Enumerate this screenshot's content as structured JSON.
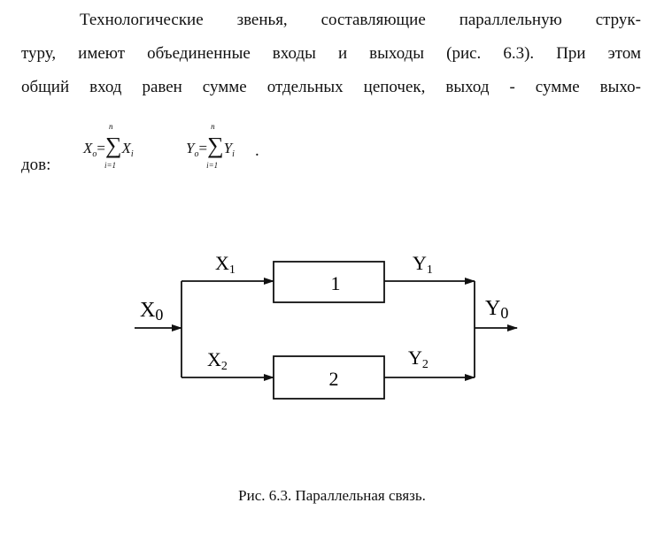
{
  "paragraph": {
    "line1": "Технологические звенья, составляющие параллельную струк-",
    "line2": "туру, имеют объединенные входы и выходы (рис. 6.3). При этом",
    "line3": "общий вход равен сумме отдельных цепочек, выход - сумме выхо-",
    "line4_prefix": "дов:",
    "line4_suffix": "."
  },
  "formulas": {
    "x": {
      "lhs": "X",
      "lhs_sub": "o",
      "eq": "=",
      "sum_upper": "n",
      "sum_lower": "i=1",
      "term": "X",
      "term_sub": "i"
    },
    "y": {
      "lhs": "Y",
      "lhs_sub": "o",
      "eq": "=",
      "sum_upper": "n",
      "sum_lower": "i=1",
      "term": "Y",
      "term_sub": "i"
    }
  },
  "diagram": {
    "input": {
      "label": "X",
      "sub": "0"
    },
    "output": {
      "label": "Y",
      "sub": "0"
    },
    "branches": [
      {
        "block": "1",
        "in_label": "X",
        "in_sub": "1",
        "out_label": "Y",
        "out_sub": "1"
      },
      {
        "block": "2",
        "in_label": "X",
        "in_sub": "2",
        "out_label": "Y",
        "out_sub": "2"
      }
    ]
  },
  "caption": "Рис. 6.3. Параллельная связь."
}
